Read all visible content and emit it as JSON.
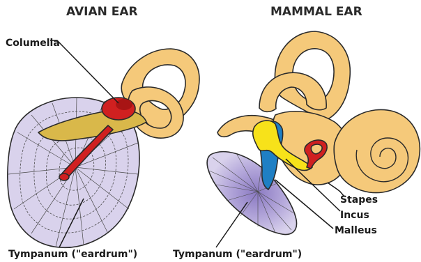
{
  "titles": {
    "avian": "AVIAN EAR",
    "mammal": "MAMMAL EAR"
  },
  "labels": {
    "columella": "Columella",
    "avian_tympanum": "Tympanum (\"eardrum\")",
    "mammal_tympanum": "Tympanum (\"eardrum\")",
    "stapes": "Stapes",
    "incus": "Incus",
    "malleus": "Malleus"
  },
  "colors": {
    "bone_fill": "#f5c97a",
    "bone_shadow": "#d9a24e",
    "columella_red": "#d02020",
    "membrane_lavender": "#d9d2ec",
    "membrane_purple": "#9a8cc8",
    "yellow_bone": "#f7e21a",
    "blue_bone": "#1f7fc4",
    "outline": "#2b2b2b"
  }
}
